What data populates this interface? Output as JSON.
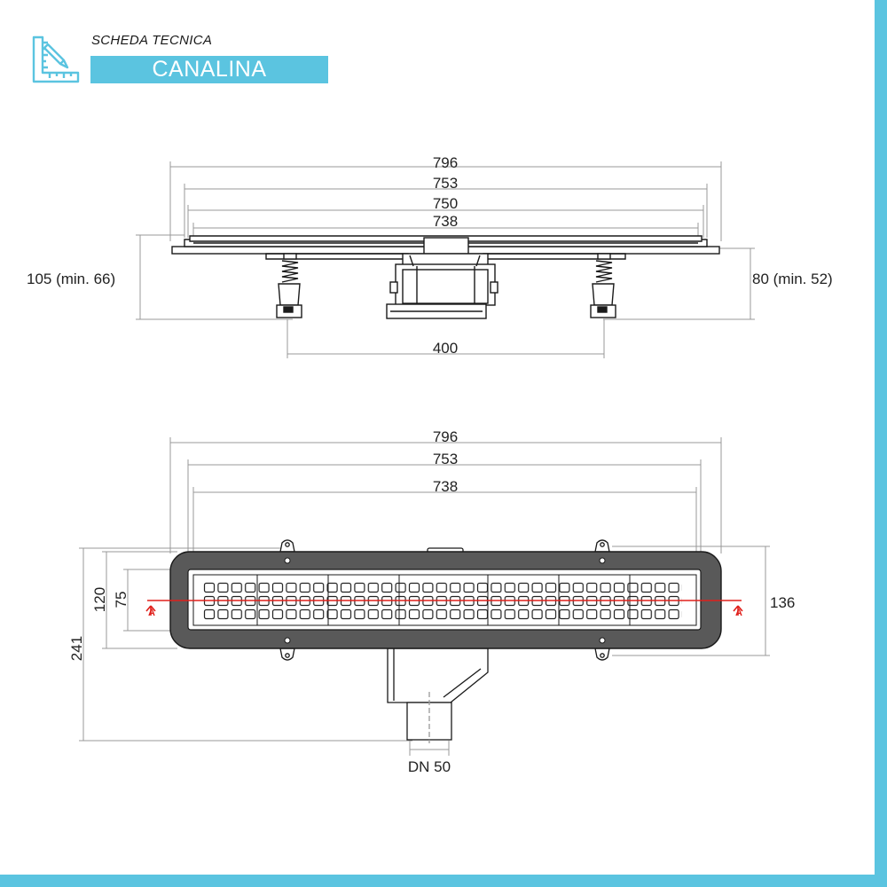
{
  "header": {
    "subtitle": "SCHEDA TECNICA",
    "title": "CANALINA",
    "icon": "ruler-pencil-icon"
  },
  "colors": {
    "accent": "#5bc4e0",
    "line": "#1a1a1a",
    "dimension": "#999999",
    "section_line": "#e0201b"
  },
  "side_view": {
    "dims": {
      "overall": "796",
      "frame": "753",
      "grate": "750",
      "inner": "738",
      "feet_spacing": "400",
      "height_left": "105 (min. 66)",
      "height_right": "80 (min. 52)"
    }
  },
  "top_view": {
    "dims": {
      "overall": "796",
      "frame": "753",
      "inner": "738",
      "height_total": "241",
      "height_channel": "120",
      "height_grate": "75",
      "width_body": "136",
      "outlet": "DN 50"
    },
    "section_marks": [
      "A",
      "A"
    ]
  }
}
